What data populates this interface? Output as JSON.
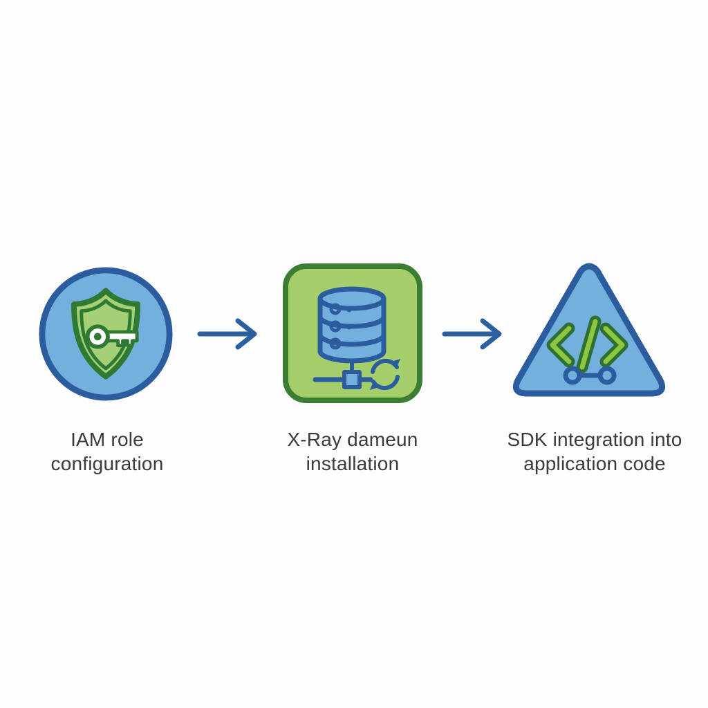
{
  "theme": {
    "background": "#fdfdfd",
    "blue_fill": "#74b0de",
    "blue_stroke": "#2b5c9e",
    "green_fill": "#a5cf6b",
    "green_stroke": "#3a7d33",
    "shield_fill": "#a6d075",
    "shield_stroke": "#2f7a33",
    "code_fill": "#8dc63f",
    "code_stroke": "#2e7031",
    "key_fill": "#ffffff",
    "arrow_color": "#2c5f9e",
    "text_color": "#3a3a3a"
  },
  "diagram": {
    "steps": [
      {
        "label": "IAM role\nconfiguration",
        "icon": "shield-key-icon",
        "shape": "circle"
      },
      {
        "label": "X-Ray dameun\ninstallation",
        "icon": "database-sync-icon",
        "shape": "rounded-square"
      },
      {
        "label": "SDK integration into\napplication code",
        "icon": "code-brackets-icon",
        "shape": "rounded-triangle"
      }
    ],
    "connector": "right-arrow"
  }
}
